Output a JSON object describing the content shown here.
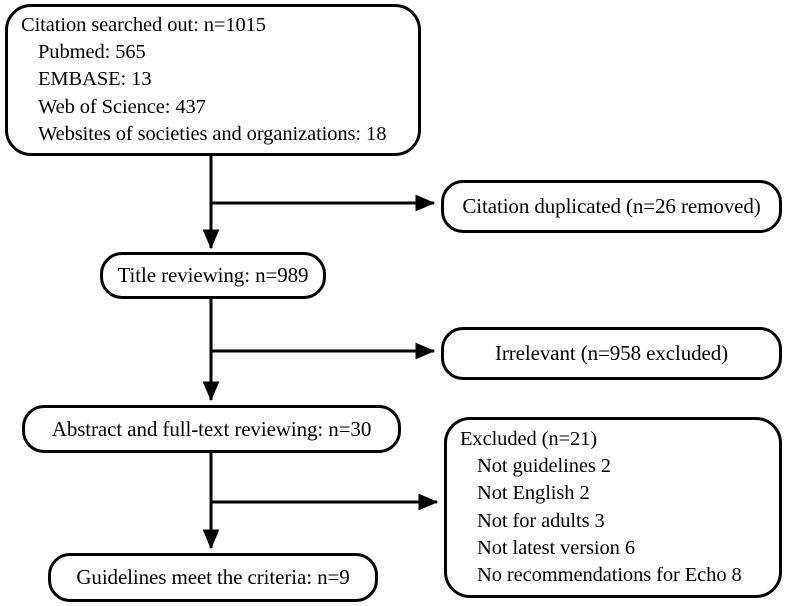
{
  "figure": {
    "type": "flowchart",
    "title": "Study selection flow diagram",
    "colors": {
      "stroke": "#000000",
      "background": "#ffffff",
      "text": "#000000"
    }
  },
  "nodes": {
    "search": {
      "name": "citation-search-box",
      "lines": [
        "Citation searched out: n=1015",
        "Pubmed: 565",
        "EMBASE: 13",
        "Web of Science: 437",
        "Websites of societies and organizations: 18"
      ]
    },
    "duplicated": {
      "name": "citation-duplicated-box",
      "lines": [
        "Citation duplicated (n=26 removed)"
      ]
    },
    "title_review": {
      "name": "title-reviewing-box",
      "lines": [
        "Title reviewing: n=989"
      ]
    },
    "irrelevant": {
      "name": "irrelevant-box",
      "lines": [
        "Irrelevant (n=958 excluded)"
      ]
    },
    "abstract_review": {
      "name": "abstract-fulltext-reviewing-box",
      "lines": [
        "Abstract and full-text reviewing: n=30"
      ]
    },
    "excluded": {
      "name": "excluded-reasons-box",
      "lines": [
        "Excluded (n=21)",
        "Not guidelines 2",
        "Not English 2",
        "Not for adults 3",
        "Not latest version 6",
        "No recommendations for Echo 8"
      ]
    },
    "guidelines": {
      "name": "guidelines-meet-criteria-box",
      "lines": [
        "Guidelines meet the criteria: n=9"
      ]
    }
  },
  "chart_data": {
    "type": "flowchart",
    "title": "Citation screening flow",
    "stages": [
      {
        "label": "Citation searched out",
        "n": 1015
      },
      {
        "label": "Title reviewing",
        "n": 989
      },
      {
        "label": "Abstract and full-text reviewing",
        "n": 30
      },
      {
        "label": "Guidelines meet the criteria",
        "n": 9
      }
    ],
    "sources": [
      {
        "label": "Pubmed",
        "count": 565
      },
      {
        "label": "EMBASE",
        "count": 13
      },
      {
        "label": "Web of Science",
        "count": 437
      },
      {
        "label": "Websites of societies and organizations",
        "count": 18
      }
    ],
    "exclusions": [
      {
        "label": "Citation duplicated (removed)",
        "count": 26
      },
      {
        "label": "Irrelevant (excluded)",
        "count": 958
      },
      {
        "label": "Excluded",
        "count": 21
      }
    ],
    "exclusion_reasons": [
      {
        "label": "Not guidelines",
        "count": 2
      },
      {
        "label": "Not English",
        "count": 2
      },
      {
        "label": "Not for adults",
        "count": 3
      },
      {
        "label": "Not latest version",
        "count": 6
      },
      {
        "label": "No recommendations for Echo",
        "count": 8
      }
    ]
  }
}
